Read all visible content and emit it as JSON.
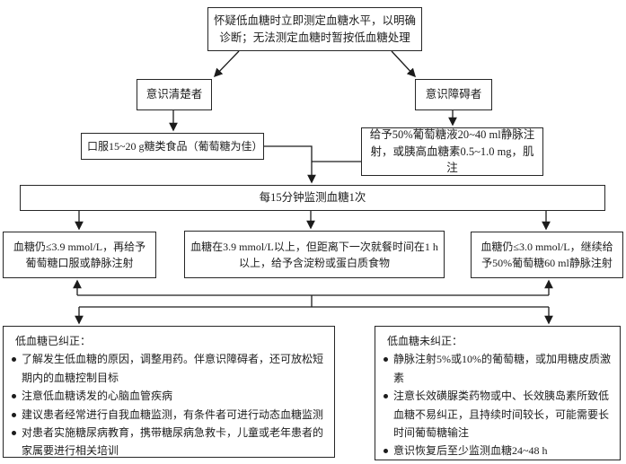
{
  "boxes": {
    "suspect": "怀疑低血糖时立即测定血糖水平，以明确诊断；无法测定血糖时暂按低血糖处理",
    "conscious": "意识清楚者",
    "impaired": "意识障碍者",
    "oral": "口服15~20 g糖类食品（葡萄糖为佳）",
    "iv": "给予50%葡萄糖液20~40 ml静脉注射，或胰高血糖素0.5~1.0 mg，肌注",
    "monitor": "每15分钟监测血糖1次",
    "still_low": "血糖仍≤3.9 mmol/L，再给予葡萄糖口服或静脉注射",
    "above": "血糖在3.9 mmol/L以上，但距离下一次就餐时间在1 h以上，给予含淀粉或蛋白质食物",
    "severe": "血糖仍≤3.0 mmol/L，继续给予50%葡萄糖60 ml静脉注射",
    "corrected": {
      "title": "低血糖已纠正：",
      "bullets": [
        "了解发生低血糖的原因，调整用药。伴意识障碍者，还可放松短期内的血糖控制目标",
        "注意低血糖诱发的心脑血管疾病",
        "建议患者经常进行自我血糖监测，有条件者可进行动态血糖监测",
        "对患者实施糖尿病教育，携带糖尿病急救卡，儿童或老年患者的家属要进行相关培训"
      ]
    },
    "uncorrected": {
      "title": "低血糖未纠正：",
      "bullets": [
        "静脉注射5%或10%的葡萄糖，或加用糖皮质激素",
        "注意长效磺脲类药物或中、长效胰岛素所致低血糖不易纠正，且持续时间较长，可能需要长时间葡萄糖输注",
        "意识恢复后至少监测血糖24~48 h"
      ]
    }
  },
  "colors": {
    "background": "#ffffff",
    "line": "#1c1c1c",
    "box_border": "#262626",
    "text": "#1c1c1c"
  }
}
